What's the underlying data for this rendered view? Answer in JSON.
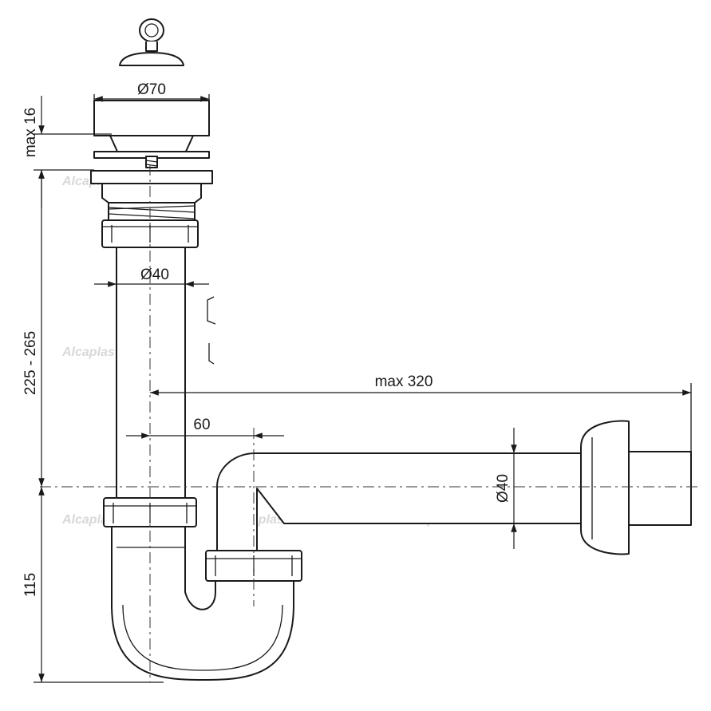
{
  "dimensions": {
    "strainer_diameter": "Ø70",
    "flange_thickness": "max 16",
    "tube_diameter": "Ø40",
    "drop_height": "225 - 265",
    "trap_offset": "60",
    "reach": "max 320",
    "outlet_diameter": "Ø40",
    "trap_height": "115"
  },
  "watermark": "Alcaplast"
}
